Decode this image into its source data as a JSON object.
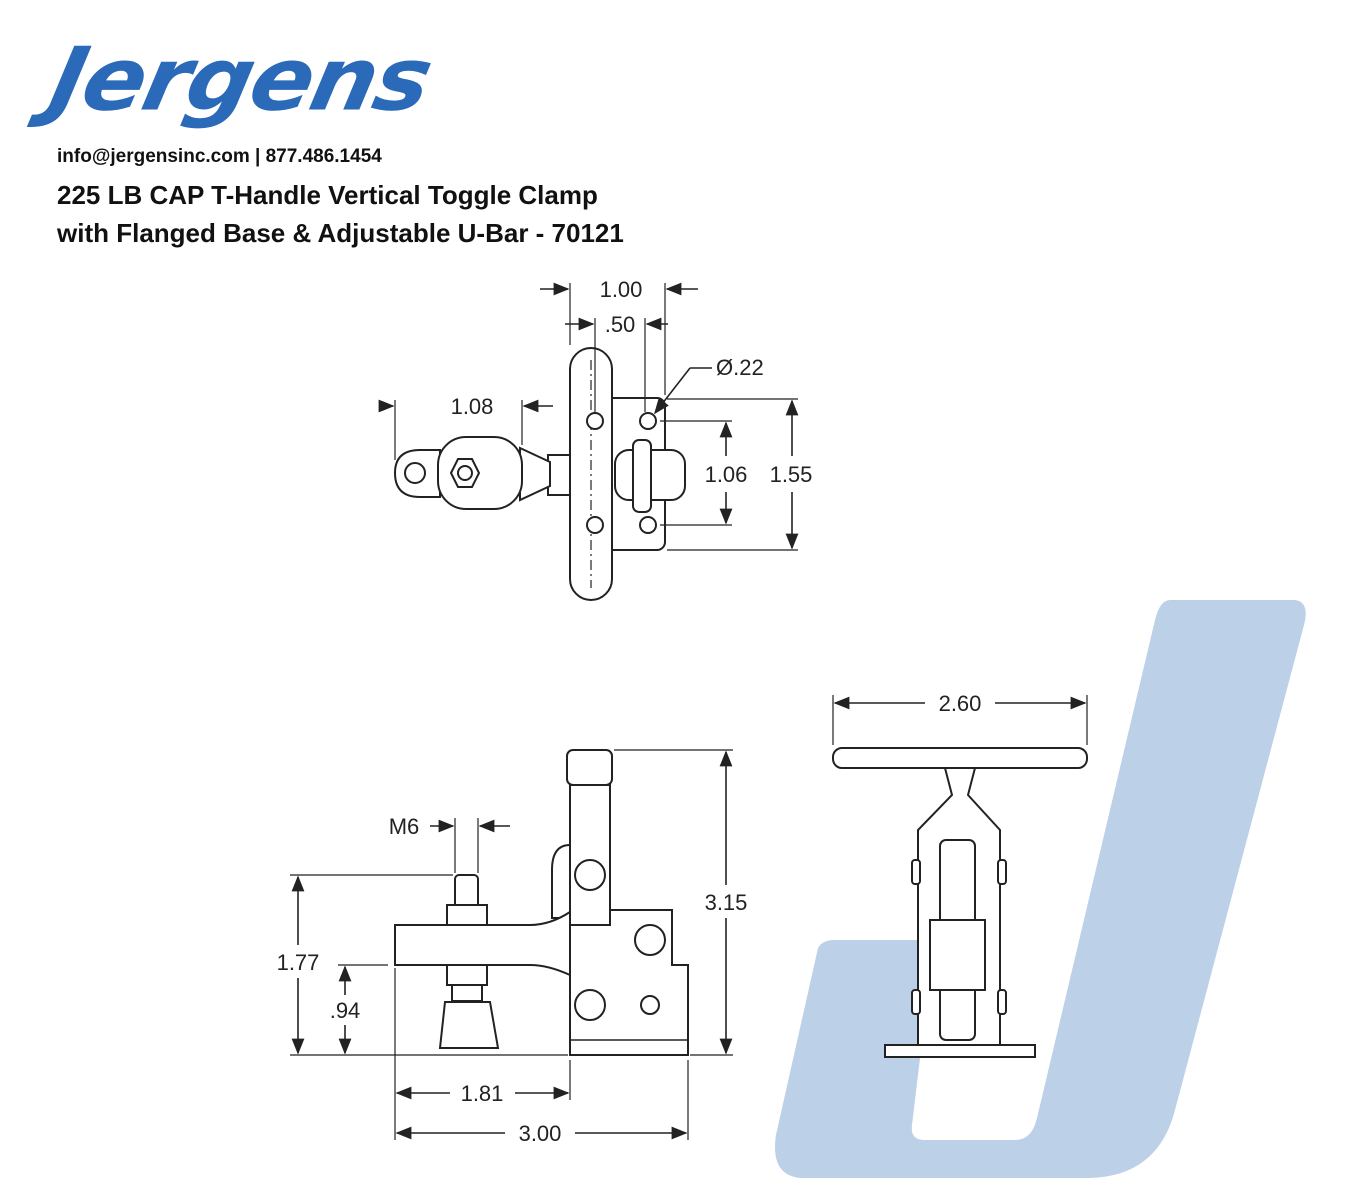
{
  "brand": {
    "logo_text": "Jergens",
    "color": "#2a6ab8",
    "watermark_color": "#bcd0e8"
  },
  "contact": "info@jergensinc.com | 877.486.1454",
  "title": {
    "line1": "225 LB CAP T-Handle Vertical Toggle Clamp",
    "line2": "with Flanged Base & Adjustable U-Bar - 70121"
  },
  "dimensions": {
    "top_view": {
      "width_total": "1.00",
      "hole_spacing_x": ".50",
      "hole_diameter": "Ø.22",
      "arm_reach": "1.08",
      "hole_spacing_y": "1.06",
      "base_height": "1.55"
    },
    "side_view": {
      "handle_width": "2.60"
    },
    "front_view": {
      "thread": "M6",
      "overall_height": "3.15",
      "spindle_height": "1.77",
      "arm_height": ".94",
      "spindle_reach": "1.81",
      "overall_length": "3.00"
    }
  }
}
